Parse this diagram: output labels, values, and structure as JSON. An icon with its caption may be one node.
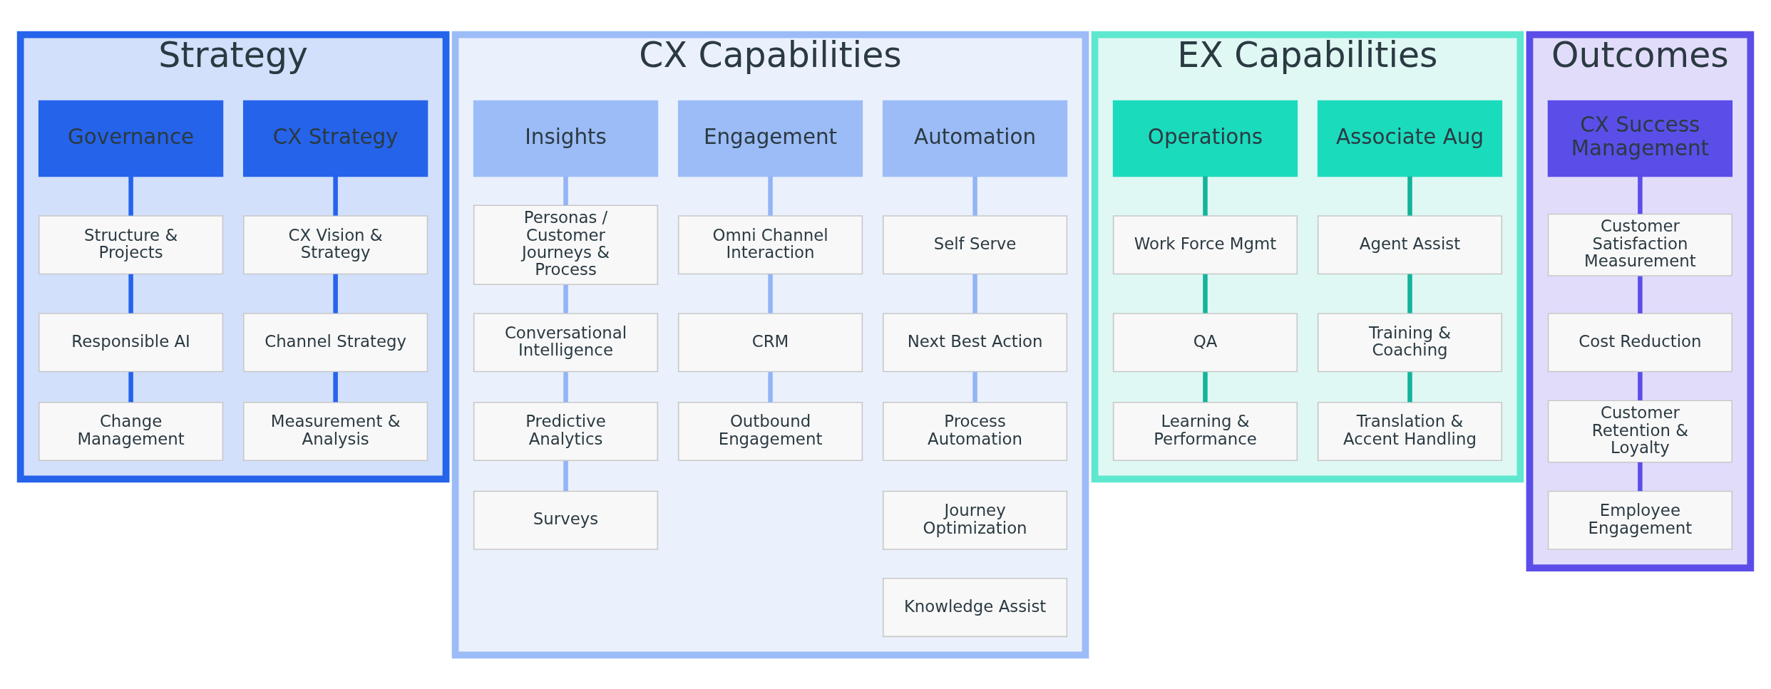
{
  "diagram": {
    "nodes": [
      {
        "text": [
          "Strategy"
        ]
      },
      {
        "text": [
          "CX Strategy"
        ],
        "in": 0
      },
      {
        "text": [
          "CX Vision & Strategy"
        ],
        "in": 0
      },
      {
        "text": [
          "Channel Strategy"
        ],
        "in": 0
      },
      {
        "text": [
          "Measurement & Analysis"
        ],
        "in": 0
      },
      {
        "text": [
          "Governance"
        ],
        "in": 0
      },
      {
        "text": [
          "Structure & Projects"
        ],
        "in": 0
      },
      {
        "text": [
          "Responsible AI"
        ],
        "in": 0
      },
      {
        "text": [
          "Change Management"
        ],
        "in": 0
      },
      {
        "text": [
          "CX Capabilities"
        ]
      },
      {
        "text": [
          "Automation"
        ],
        "in": 9
      },
      {
        "text": [
          "Self Serve"
        ],
        "in": 9
      },
      {
        "text": [
          "Next Best Action"
        ],
        "in": 9
      },
      {
        "text": [
          "Process Automation"
        ],
        "in": 9
      },
      {
        "text": [
          "Journey Optimization"
        ],
        "in": 9
      },
      {
        "text": [
          "Knowledge Assist"
        ],
        "in": 9
      },
      {
        "text": [
          "Engagement"
        ],
        "in": 9
      },
      {
        "text": [
          "Omni Channel Interaction"
        ],
        "in": 9
      },
      {
        "text": [
          "CRM"
        ],
        "in": 9
      },
      {
        "text": [
          "Outbound Engagement"
        ],
        "in": 9
      },
      {
        "text": [
          "Insights"
        ],
        "in": 9
      },
      {
        "text": [
          "Personas / Customer Journeys & Process"
        ],
        "in": 9
      },
      {
        "text": [
          "Conversational Intelligence"
        ],
        "in": 9
      },
      {
        "text": [
          "Predictive Analytics"
        ],
        "in": 9
      },
      {
        "text": [
          "Surveys"
        ],
        "in": 9
      },
      {
        "text": [
          "EX Capabilities"
        ]
      },
      {
        "text": [
          "Associate Aug"
        ],
        "in": 25
      },
      {
        "text": [
          "Agent Assist"
        ],
        "in": 25
      },
      {
        "text": [
          "Training & Coaching"
        ],
        "in": 25
      },
      {
        "text": [
          "Translation & Accent Handling"
        ],
        "in": 25
      },
      {
        "text": [
          "Operations"
        ],
        "in": 25
      },
      {
        "text": [
          "Work Force Mgmt"
        ],
        "in": 25
      },
      {
        "text": [
          "QA"
        ],
        "in": 25
      },
      {
        "text": [
          "Learning & Performance"
        ],
        "in": 25
      },
      {
        "text": [
          "Outcomes"
        ]
      },
      {
        "text": [
          "CX Success Management"
        ],
        "in": 34
      },
      {
        "text": [
          "Customer Satisfaction Measurement"
        ],
        "in": 34
      },
      {
        "text": [
          "Cost Reduction"
        ],
        "in": 34
      },
      {
        "text": [
          "Customer Retention & Loyalty"
        ],
        "in": 34
      },
      {
        "text": [
          "Employee Engagement"
        ],
        "in": 34
      }
    ],
    "edges": [
      {
        "from": 1,
        "to": 2,
        "arrow": "none",
        "color": "#2563eb"
      },
      {
        "from": 2,
        "to": 3,
        "arrow": "none",
        "color": "#2563eb"
      },
      {
        "from": 3,
        "to": 4,
        "arrow": "none",
        "color": "#2563eb"
      },
      {
        "from": 5,
        "to": 6,
        "arrow": "none",
        "color": "#2563eb"
      },
      {
        "from": 6,
        "to": 7,
        "arrow": "none",
        "color": "#2563eb"
      },
      {
        "from": 7,
        "to": 8,
        "arrow": "none",
        "color": "#2563eb"
      },
      {
        "from": 10,
        "to": 11,
        "arrow": "none"
      },
      {
        "from": 11,
        "to": 12,
        "arrow": "none"
      },
      {
        "from": 12,
        "to": 13,
        "arrow": "none"
      },
      {
        "from": 16,
        "to": 17,
        "arrow": "none"
      },
      {
        "from": 17,
        "to": 18,
        "arrow": "none"
      },
      {
        "from": 18,
        "to": 19,
        "arrow": "none"
      },
      {
        "from": 20,
        "to": 21,
        "arrow": "none"
      },
      {
        "from": 21,
        "to": 22,
        "arrow": "none"
      },
      {
        "from": 22,
        "to": 23,
        "arrow": "none"
      },
      {
        "from": 23,
        "to": 24,
        "arrow": "none"
      },
      {
        "from": 26,
        "to": 27,
        "arrow": "none",
        "color": "#14b39a"
      },
      {
        "from": 27,
        "to": 28,
        "arrow": "none",
        "color": "#14b39a"
      },
      {
        "from": 28,
        "to": 29,
        "arrow": "none",
        "color": "#14b39a"
      },
      {
        "from": 30,
        "to": 31,
        "arrow": "none",
        "color": "#14b39a"
      },
      {
        "from": 31,
        "to": 32,
        "arrow": "none",
        "color": "#14b39a"
      },
      {
        "from": 32,
        "to": 33,
        "arrow": "none",
        "color": "#14b39a"
      },
      {
        "from": 35,
        "to": 36,
        "arrow": "none",
        "color": "#5b4ee8"
      },
      {
        "from": 36,
        "to": 37,
        "arrow": "none",
        "color": "#5b4ee8"
      },
      {
        "from": 37,
        "to": 38,
        "arrow": "none",
        "color": "#5b4ee8"
      },
      {
        "from": 38,
        "to": 39,
        "arrow": "none",
        "color": "#5b4ee8"
      }
    ]
  }
}
